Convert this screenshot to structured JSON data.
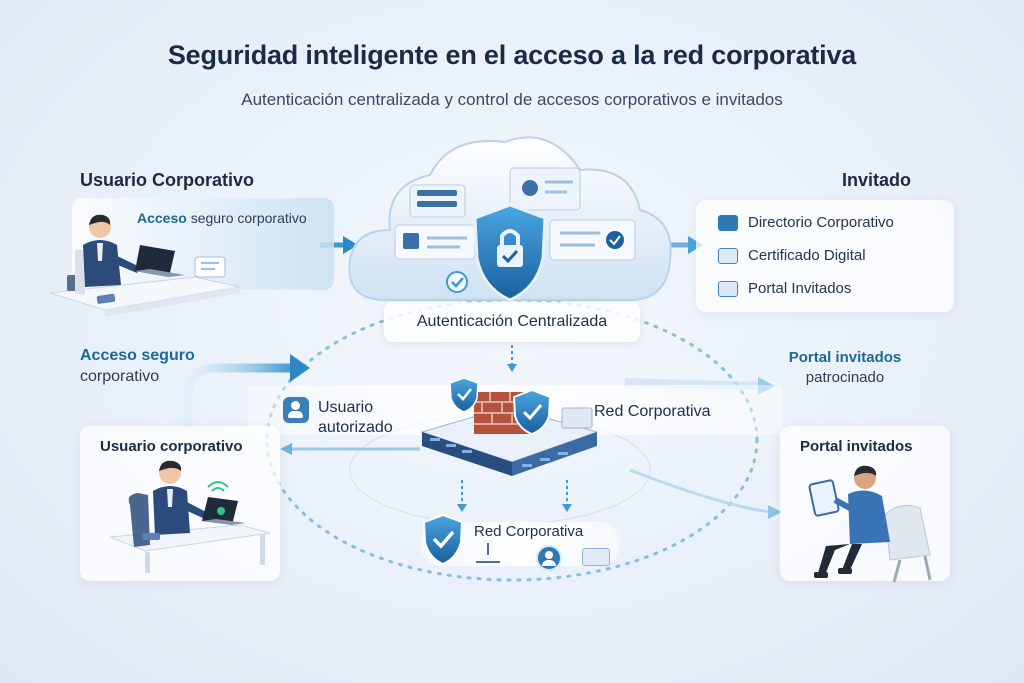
{
  "title": "Seguridad inteligente en el acceso a la red corporativa",
  "subtitle": "Autenticación centralizada y control de accesos corporativos e invitados",
  "left_top": {
    "heading": "Usuario Corporativo",
    "card_bold": "Acceso",
    "card_text": "seguro corporativo"
  },
  "center": {
    "cloud_label": "Autenticación Centralizada",
    "network_label": "Red Corporativa",
    "network_label_bottom": "Red Corporativa",
    "authorized_line1": "Usuario",
    "authorized_line2": "autorizado"
  },
  "right_top": {
    "heading": "Invitado",
    "items": [
      {
        "label": "Directorio Corporativo",
        "icon": "briefcase-icon"
      },
      {
        "label": "Certificado Digital",
        "icon": "certificate-icon"
      },
      {
        "label": "Portal Invitados",
        "icon": "portal-icon"
      }
    ]
  },
  "left_mid": {
    "access_line1": "Acceso seguro",
    "access_line2": "corporativo",
    "user_label": "Usuario corporativo"
  },
  "right_mid": {
    "portal_line1": "Portal invitados",
    "portal_line2": "patrocinado",
    "guest_label": "Portal invitados"
  },
  "colors": {
    "accent": "#2f86c4",
    "dark": "#1c2b45",
    "teal": "#1c6a93"
  }
}
